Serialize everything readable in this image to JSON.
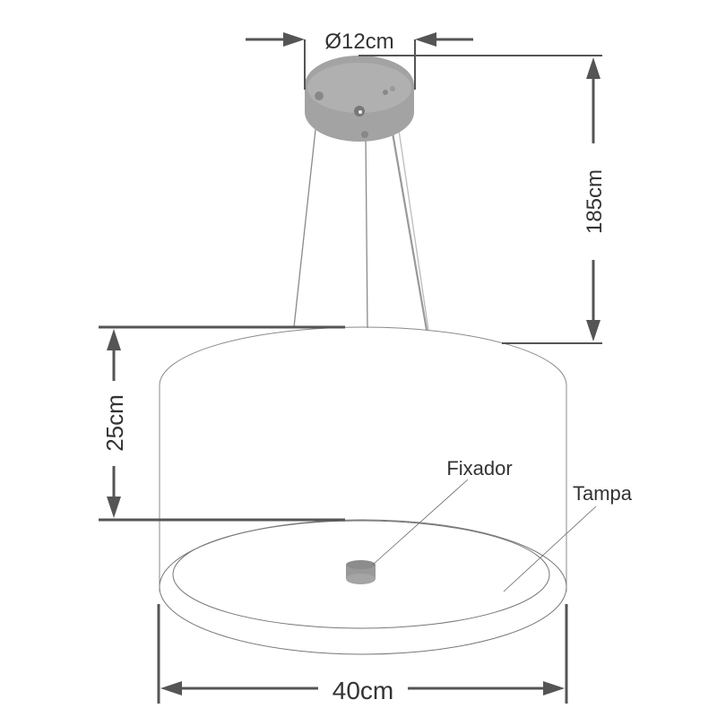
{
  "dimensions": {
    "canopy_diameter": "Ø12cm",
    "cable_length": "185cm",
    "shade_height": "25cm",
    "shade_diameter": "40cm"
  },
  "labels": {
    "fixador": "Fixador",
    "tampa": "Tampa"
  },
  "colors": {
    "dimension_lines": "#555555",
    "canopy": "#a6a6a6",
    "outline": "#777777"
  }
}
